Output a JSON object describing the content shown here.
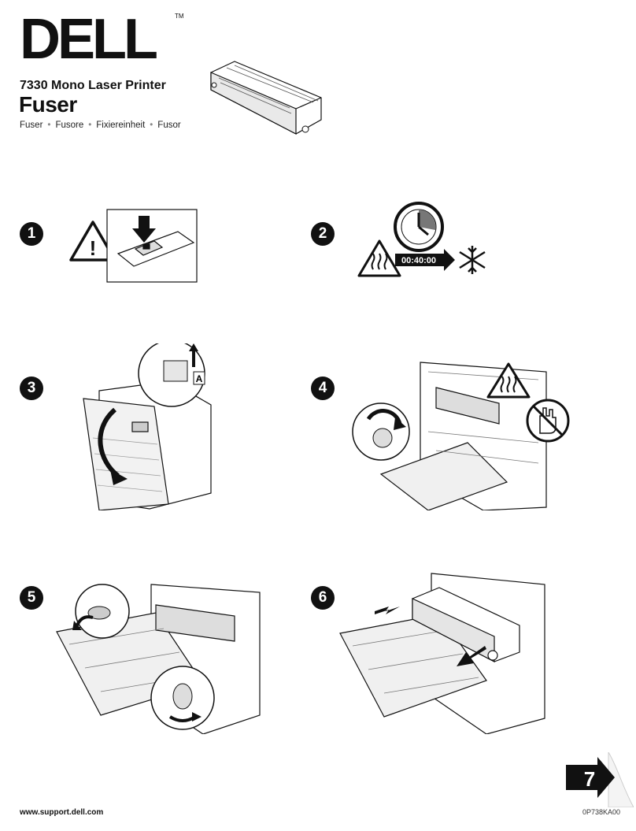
{
  "header": {
    "brand": "DELL",
    "trademark": "TM",
    "product_line": "7330 Mono Laser Printer",
    "title": "Fuser",
    "languages": [
      "Fuser",
      "Fusore",
      "Fixiereinheit",
      "Fusor"
    ]
  },
  "steps": [
    {
      "number": "1",
      "icons": [
        "warning-icon",
        "power-switch-icon"
      ]
    },
    {
      "number": "2",
      "icons": [
        "hot-surface-icon",
        "clock-icon",
        "cool-down-icon"
      ],
      "timer": "00:40:00"
    },
    {
      "number": "3",
      "icons": [
        "open-door-icon"
      ]
    },
    {
      "number": "4",
      "icons": [
        "hot-surface-icon",
        "do-not-touch-icon",
        "screw-loosen-icon"
      ]
    },
    {
      "number": "5",
      "icons": [
        "lever-icon",
        "screw-loosen-icon"
      ]
    },
    {
      "number": "6",
      "icons": [
        "remove-fuser-icon"
      ]
    }
  ],
  "step3_label": "A",
  "footer": {
    "url": "www.support.dell.com",
    "code": "0P738KA00",
    "next_page": "7"
  }
}
